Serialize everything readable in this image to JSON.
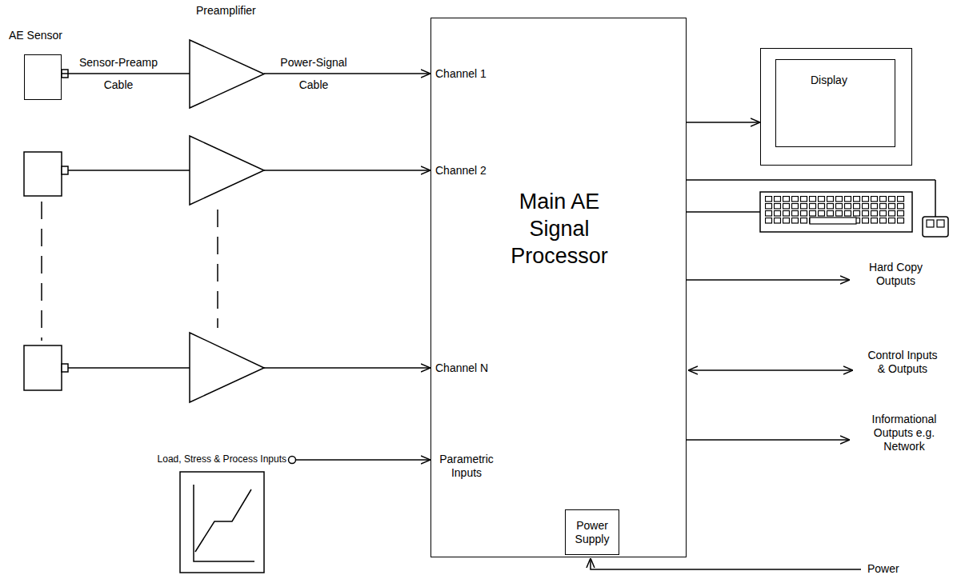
{
  "diagram": {
    "nodes": [
      {
        "text": [
          "AE Sensor"
        ]
      },
      {
        "text": [
          "Preamplifier"
        ]
      },
      {
        "text": [
          "Main AE Signal Processor"
        ]
      },
      {
        "text": [
          "Power Supply"
        ],
        "in": 2
      },
      {
        "text": [
          "Display"
        ]
      }
    ],
    "edges": [
      {
        "from": 0,
        "to": 1,
        "label": "Sensor-Preamp Cable",
        "arrow": "none"
      },
      {
        "from": 1,
        "to": 2,
        "label": "Power-Signal Cable",
        "arrow": "to"
      },
      {
        "from": 2,
        "to": 4,
        "arrow": "to"
      }
    ],
    "labels": [
      "Channel 1",
      "Channel 2",
      "Channel N",
      "Parametric Inputs",
      "Load, Stress & Process Inputs",
      "Hard Copy Outputs",
      "Control Inputs & Outputs",
      "Informational Outputs e.g. Network",
      "Power"
    ]
  }
}
